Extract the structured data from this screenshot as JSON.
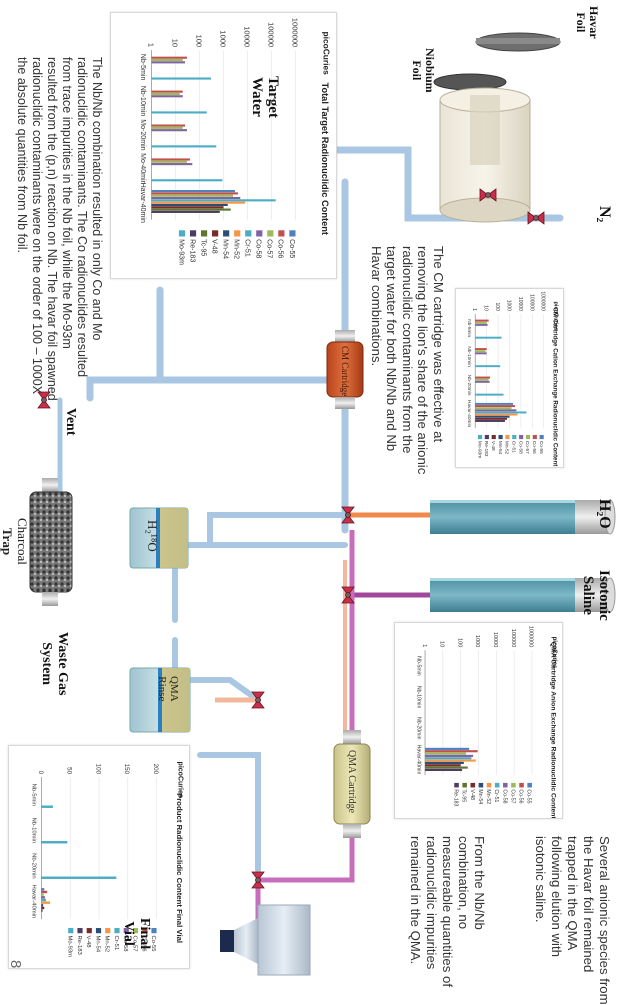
{
  "labels": {
    "havar_foil": [
      "Havar",
      "Foil"
    ],
    "niobium_foil": [
      "Niobium",
      "Foil"
    ],
    "target_water": [
      "Target",
      "Water"
    ],
    "n2": "N₂",
    "h2o": "H₂O",
    "isotonic_saline": [
      "Isotonic",
      "Saline"
    ],
    "vent": "Vent",
    "charcoal_trap": [
      "Charcoal",
      "Trap"
    ],
    "waste_gas": [
      "Waste Gas",
      "System"
    ],
    "h218o": "H₂¹⁸O",
    "qma_rinse": [
      "QMA",
      "Rinse"
    ],
    "cm_cartridge": "CM Cartridge",
    "qma_cartridge": "QMA Cartridge",
    "final_vial": [
      "Final",
      "Vial"
    ],
    "page_number": "8"
  },
  "paragraphs": {
    "nb_contaminants": [
      "The Nb/Nb combination resulted in only Co and Mo",
      "radionuclidic contaminants.  The Co radionuclides resulted",
      "from trace impurities in the Nb foil, while the Mo-93m",
      "resulted from the (p,n) reaction on Nb. The havar foil spawned",
      "radionuclidic contaminants were on the order of 100 – 1000X",
      "the absolute quantities from Nb foil."
    ],
    "cm_effective": [
      "The CM cartridge was effective at",
      "removing the lion's share of the anionic",
      "radionuclidic contaminants from the",
      "target water for both Nb/Nb and Nb",
      "Havar combinations."
    ],
    "anionic_species": [
      "Several anionic species from",
      "the Havar foil remained",
      "trapped in the QMA",
      "following elution with",
      "isotonic saline."
    ],
    "nbnb_combination": [
      "From the Nb/Nb",
      "combination, no",
      "measureable quantities of",
      "radionuclidic impurities",
      "remained in the QMA."
    ]
  },
  "chart_data": [
    {
      "id": "total",
      "type": "bar",
      "title": "Total Target Radionuclidic Content",
      "ylabel": "picoCuries",
      "scale": "log",
      "ylim": [
        1,
        1000000
      ],
      "yticks": [
        "1",
        "10",
        "100",
        "1000",
        "10000",
        "100000",
        "1000000"
      ],
      "categories": [
        "Nb-5min",
        "Nb-10min",
        "Mo-20min",
        "Mo-40min",
        "Havar-40min"
      ],
      "series": [
        {
          "name": "Co-55",
          "color": "#4f81bd",
          "values": [
            null,
            null,
            null,
            null,
            3000
          ]
        },
        {
          "name": "Co-56",
          "color": "#c0504d",
          "values": [
            30,
            20,
            25,
            40,
            4000
          ]
        },
        {
          "name": "Co-57",
          "color": "#9bbb59",
          "values": [
            20,
            15,
            20,
            30,
            2500
          ]
        },
        {
          "name": "Co-58",
          "color": "#8064a2",
          "values": [
            25,
            20,
            30,
            50,
            5000
          ]
        },
        {
          "name": "Cr-51",
          "color": "#4bacc6",
          "values": [
            null,
            null,
            null,
            null,
            150000
          ]
        },
        {
          "name": "Mn-52",
          "color": "#f79646",
          "values": [
            null,
            null,
            null,
            null,
            8000
          ]
        },
        {
          "name": "Mn-54",
          "color": "#2c4d75",
          "values": [
            null,
            null,
            null,
            null,
            1500
          ]
        },
        {
          "name": "V-48",
          "color": "#772c2a",
          "values": [
            null,
            null,
            null,
            null,
            1000
          ]
        },
        {
          "name": "Tc-95",
          "color": "#5f7530",
          "values": [
            null,
            null,
            null,
            null,
            2000
          ]
        },
        {
          "name": "Re-183",
          "color": "#4d3b62",
          "values": [
            null,
            null,
            null,
            null,
            700
          ]
        },
        {
          "name": "Mo-93m",
          "color": "#4bacc6",
          "values": [
            300,
            200,
            500,
            900,
            null
          ]
        }
      ]
    },
    {
      "id": "cm",
      "type": "bar",
      "title": "CM Cartridge Cation Exchange Radionuclidic Content",
      "ylabel": "picoCuries",
      "scale": "log",
      "ylim": [
        1,
        1000000
      ],
      "yticks": [
        "1",
        "10",
        "100",
        "1000",
        "10000",
        "100000",
        "1000000"
      ],
      "categories": [
        "Nb-5min",
        "Nb-10min",
        "Nb-20min",
        "Havar-40min"
      ],
      "series": [
        {
          "name": "Co-55",
          "color": "#4f81bd",
          "values": [
            null,
            null,
            null,
            2000
          ]
        },
        {
          "name": "Co-56",
          "color": "#c0504d",
          "values": [
            15,
            10,
            20,
            3000
          ]
        },
        {
          "name": "Co-57",
          "color": "#9bbb59",
          "values": [
            10,
            8,
            15,
            1500
          ]
        },
        {
          "name": "Co-58",
          "color": "#8064a2",
          "values": [
            12,
            10,
            18,
            4000
          ]
        },
        {
          "name": "Cr-51",
          "color": "#4bacc6",
          "values": [
            null,
            null,
            null,
            30000
          ]
        },
        {
          "name": "Mn-52",
          "color": "#f79646",
          "values": [
            null,
            null,
            null,
            5000
          ]
        },
        {
          "name": "Mn-54",
          "color": "#2c4d75",
          "values": [
            null,
            null,
            null,
            1000
          ]
        },
        {
          "name": "V-48",
          "color": "#772c2a",
          "values": [
            null,
            null,
            null,
            600
          ]
        },
        {
          "name": "Re-183",
          "color": "#4d3b62",
          "values": [
            null,
            null,
            null,
            400
          ]
        },
        {
          "name": "Mo-93m",
          "color": "#4bacc6",
          "values": [
            200,
            150,
            300,
            null
          ]
        }
      ]
    },
    {
      "id": "qma",
      "type": "bar",
      "title": "QMA Cartridge Anion Exchange Radionuclidic Content",
      "ylabel": "picoCuries",
      "scale": "log",
      "ylim": [
        1,
        1000000
      ],
      "yticks": [
        "1",
        "10",
        "100",
        "1000",
        "10000",
        "100000",
        "1000000"
      ],
      "categories": [
        "Nb-5min",
        "Nb-10min",
        "Nb-20min",
        "Havar-40min"
      ],
      "series": [
        {
          "name": "Co-55",
          "color": "#4f81bd",
          "values": [
            null,
            null,
            null,
            300
          ]
        },
        {
          "name": "Co-56",
          "color": "#c0504d",
          "values": [
            null,
            null,
            null,
            900
          ]
        },
        {
          "name": "Co-57",
          "color": "#9bbb59",
          "values": [
            null,
            null,
            null,
            200
          ]
        },
        {
          "name": "Co-58",
          "color": "#8064a2",
          "values": [
            null,
            null,
            null,
            500
          ]
        },
        {
          "name": "Cr-51",
          "color": "#4bacc6",
          "values": [
            null,
            null,
            null,
            400
          ]
        },
        {
          "name": "Mn-52",
          "color": "#f79646",
          "values": [
            null,
            null,
            null,
            700
          ]
        },
        {
          "name": "Mn-54",
          "color": "#2c4d75",
          "values": [
            null,
            null,
            null,
            150
          ]
        },
        {
          "name": "V-48",
          "color": "#772c2a",
          "values": [
            null,
            null,
            null,
            100
          ]
        },
        {
          "name": "Tc-95",
          "color": "#5f7530",
          "values": [
            null,
            null,
            null,
            250
          ]
        },
        {
          "name": "Re-183",
          "color": "#4d3b62",
          "values": [
            null,
            null,
            null,
            120
          ]
        }
      ]
    },
    {
      "id": "product",
      "type": "bar",
      "title": "Product Radionuclidic Content Final Vial",
      "ylabel": "picoCuries",
      "scale": "linear",
      "ylim": [
        0,
        200
      ],
      "yticks": [
        "0",
        "50",
        "100",
        "150",
        "200"
      ],
      "categories": [
        "Nb-5min",
        "Nb-10min",
        "Nb-20min",
        "Havar-40min"
      ],
      "series": [
        {
          "name": "Co-55",
          "color": "#4f81bd",
          "values": [
            null,
            null,
            null,
            5
          ]
        },
        {
          "name": "Co-56",
          "color": "#c0504d",
          "values": [
            null,
            null,
            null,
            10
          ]
        },
        {
          "name": "Co-57",
          "color": "#9bbb59",
          "values": [
            null,
            null,
            null,
            4
          ]
        },
        {
          "name": "Co-58",
          "color": "#8064a2",
          "values": [
            null,
            null,
            null,
            6
          ]
        },
        {
          "name": "Cr-51",
          "color": "#4bacc6",
          "values": [
            null,
            null,
            null,
            8
          ]
        },
        {
          "name": "Mn-52",
          "color": "#f79646",
          "values": [
            null,
            null,
            null,
            15
          ]
        },
        {
          "name": "Mn-54",
          "color": "#2c4d75",
          "values": [
            null,
            null,
            null,
            3
          ]
        },
        {
          "name": "V-48",
          "color": "#772c2a",
          "values": [
            null,
            null,
            null,
            5
          ]
        },
        {
          "name": "Re-183",
          "color": "#4d3b62",
          "values": [
            null,
            null,
            null,
            2
          ]
        },
        {
          "name": "Mo-93m",
          "color": "#4bacc6",
          "values": [
            20,
            45,
            130,
            null
          ]
        }
      ]
    }
  ]
}
